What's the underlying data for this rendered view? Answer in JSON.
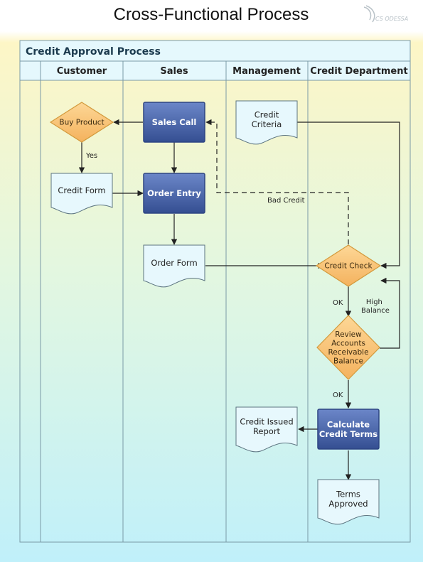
{
  "page": {
    "title": "Cross-Functional Process",
    "logo_text": "CS ODESSA"
  },
  "pool": {
    "title": "Credit Approval Process"
  },
  "lanes": [
    {
      "id": "customer",
      "label": "Customer"
    },
    {
      "id": "sales",
      "label": "Sales"
    },
    {
      "id": "management",
      "label": "Management"
    },
    {
      "id": "credit",
      "label": "Credit Department"
    }
  ],
  "nodes": {
    "buy_product": {
      "type": "decision",
      "lines": [
        "Buy Product"
      ]
    },
    "sales_call": {
      "type": "process",
      "lines": [
        "Sales Call"
      ]
    },
    "credit_criteria": {
      "type": "document",
      "lines": [
        "Credit",
        "Criteria"
      ]
    },
    "credit_form": {
      "type": "document",
      "lines": [
        "Credit Form"
      ]
    },
    "order_entry": {
      "type": "process",
      "lines": [
        "Order Entry"
      ]
    },
    "order_form": {
      "type": "document",
      "lines": [
        "Order Form"
      ]
    },
    "credit_check": {
      "type": "decision",
      "lines": [
        "Credit Check"
      ]
    },
    "review_accounts": {
      "type": "decision",
      "lines": [
        "Review",
        "Accounts",
        "Receivable",
        "Balance"
      ]
    },
    "calculate_terms": {
      "type": "process",
      "lines": [
        "Calculate",
        "Credit Terms"
      ]
    },
    "credit_issued": {
      "type": "document",
      "lines": [
        "Credit Issued",
        "Report"
      ]
    },
    "terms_approved": {
      "type": "document",
      "lines": [
        "Terms",
        "Approved"
      ]
    }
  },
  "edges": [
    {
      "from": "sales_call",
      "to": "buy_product",
      "label": ""
    },
    {
      "from": "buy_product",
      "to": "credit_form",
      "label": "Yes"
    },
    {
      "from": "sales_call",
      "to": "order_entry",
      "label": ""
    },
    {
      "from": "credit_form",
      "to": "order_entry",
      "label": ""
    },
    {
      "from": "order_entry",
      "to": "order_form",
      "label": ""
    },
    {
      "from": "order_form",
      "to": "credit_check",
      "label": ""
    },
    {
      "from": "credit_criteria",
      "to": "credit_check",
      "label": ""
    },
    {
      "from": "credit_check",
      "to": "sales_call",
      "label": "Bad Credit",
      "style": "dashed"
    },
    {
      "from": "credit_check",
      "to": "review_accounts",
      "label": "OK"
    },
    {
      "from": "review_accounts",
      "to": "credit_check",
      "label": "High Balance"
    },
    {
      "from": "review_accounts",
      "to": "calculate_terms",
      "label": "OK"
    },
    {
      "from": "calculate_terms",
      "to": "credit_issued",
      "label": ""
    },
    {
      "from": "calculate_terms",
      "to": "terms_approved",
      "label": ""
    }
  ],
  "colors": {
    "decision_fill": "#fbc67a",
    "decision_stroke": "#d39a3c",
    "process_fill": "#4a66ad",
    "process_stroke": "#2d4482",
    "document_fill": "#e7f8fd",
    "document_stroke": "#5c7480",
    "line": "#222222",
    "lane_stroke": "#7a9aa6",
    "header_fill": "#e5f8fd",
    "pool_title": "#1b3a4e"
  }
}
